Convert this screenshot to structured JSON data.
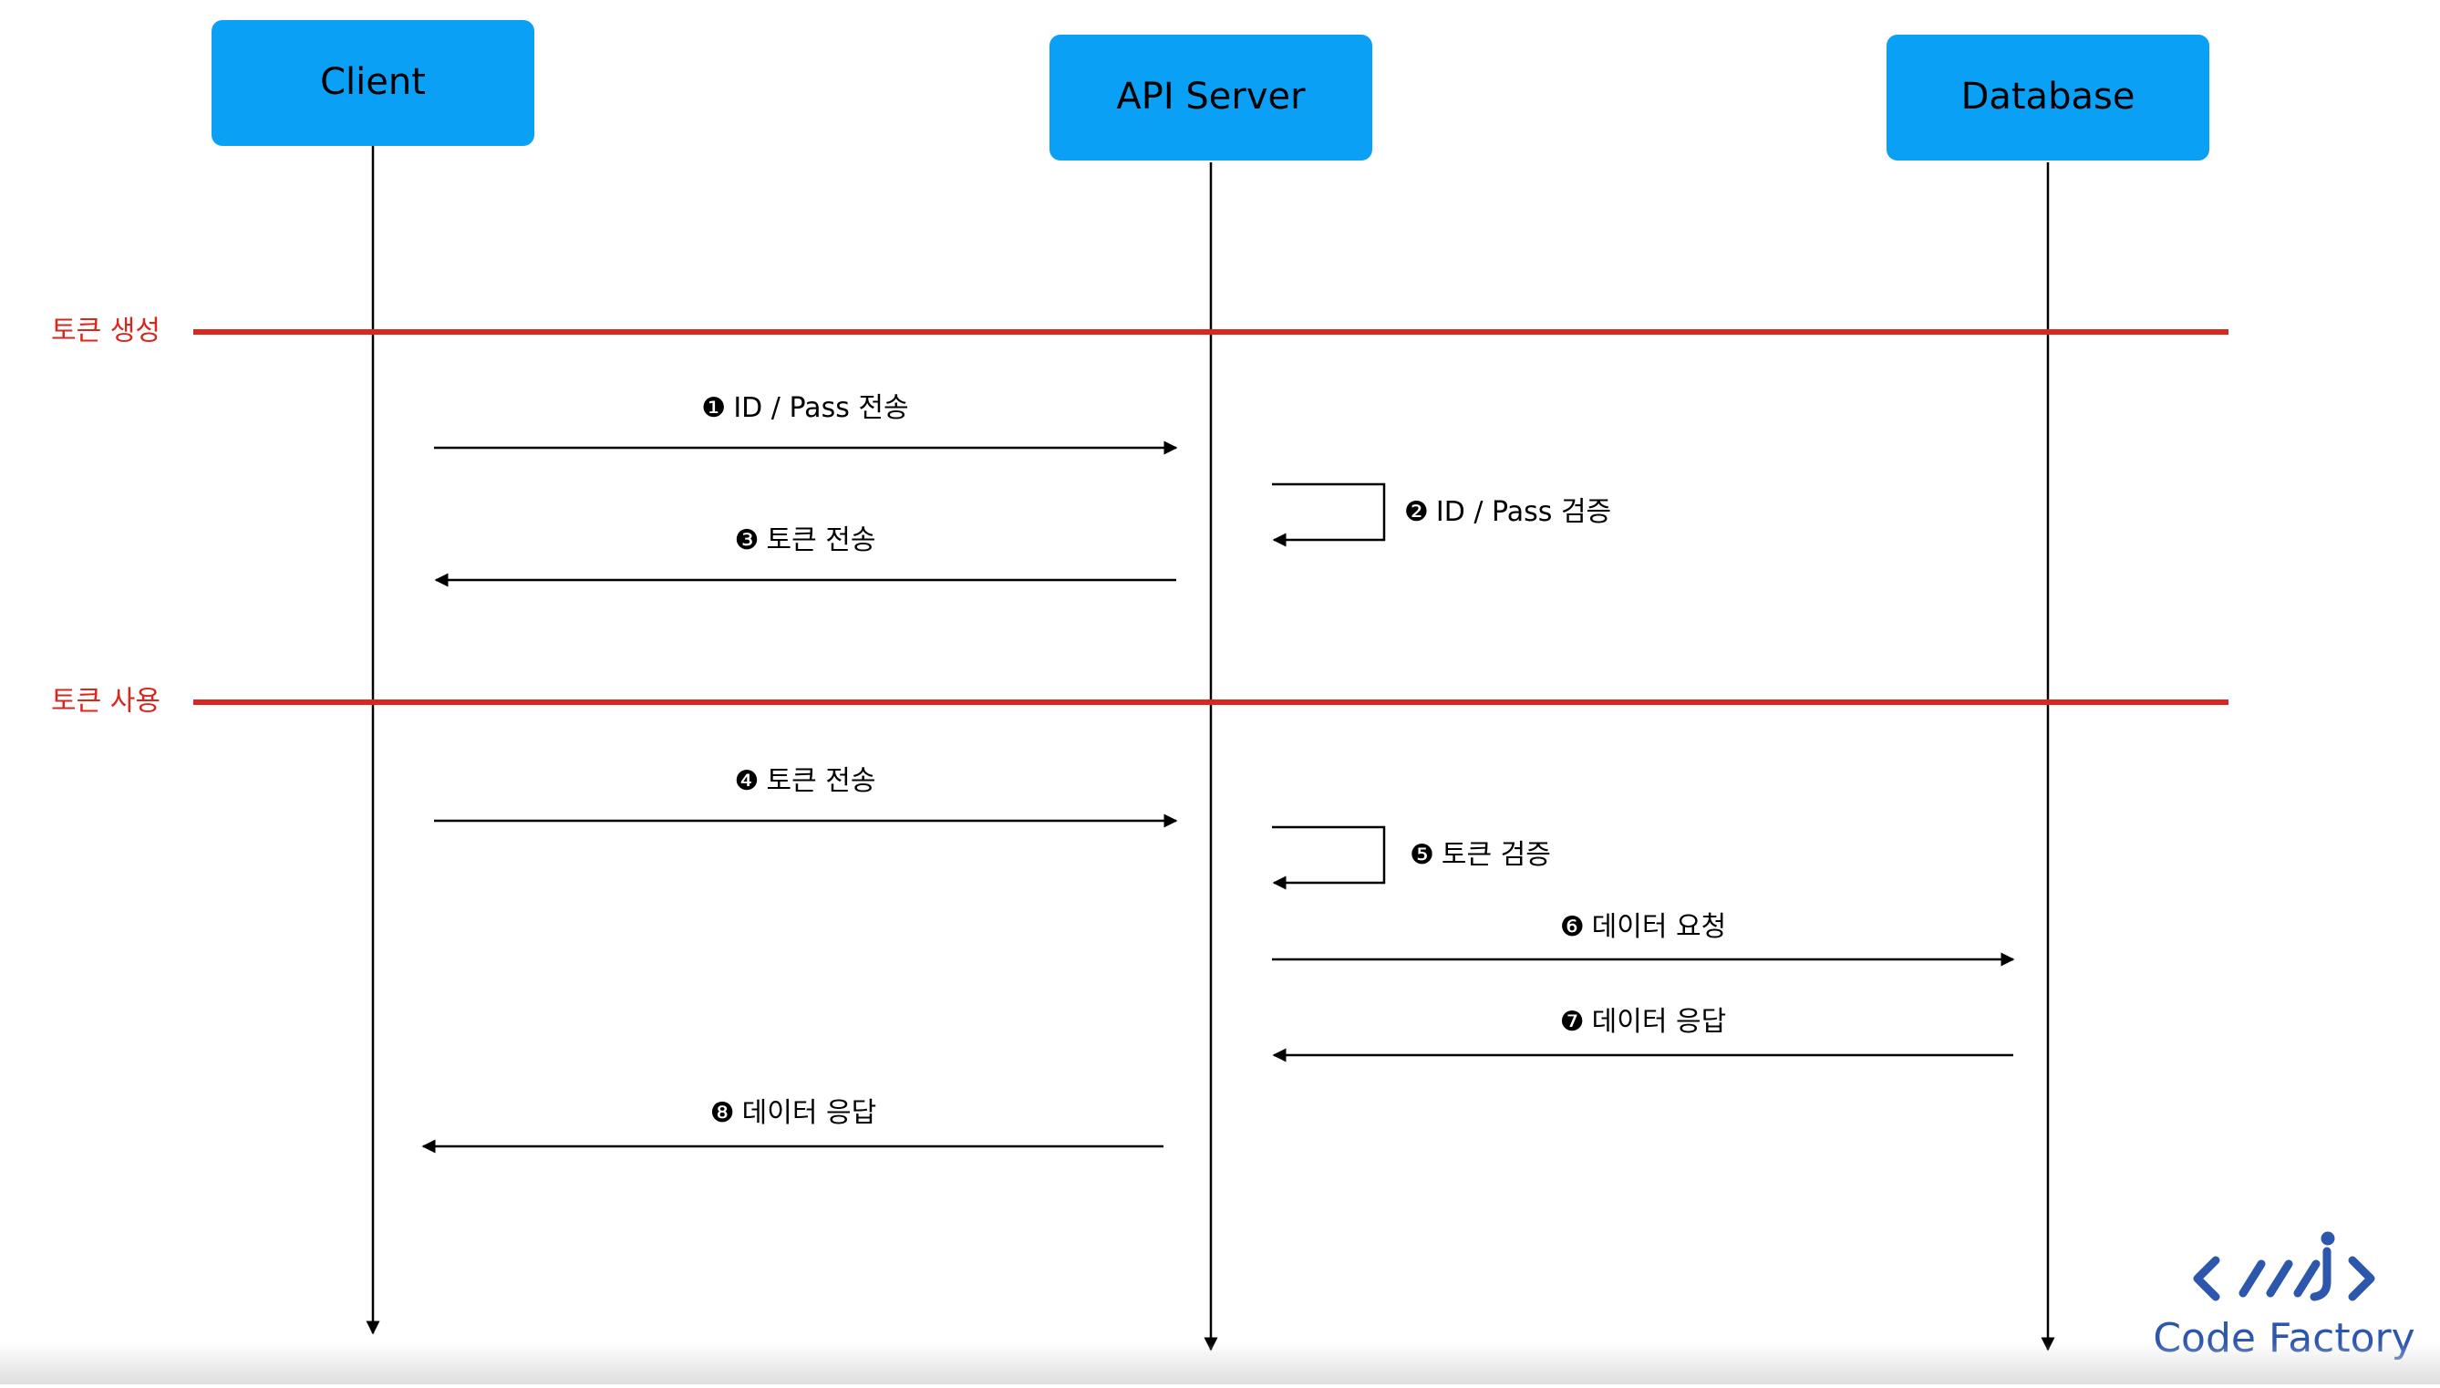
{
  "participants": [
    {
      "id": "client",
      "label": "Client"
    },
    {
      "id": "api",
      "label": "API Server"
    },
    {
      "id": "db",
      "label": "Database"
    }
  ],
  "sections": [
    {
      "id": "token-create",
      "label": "토큰 생성"
    },
    {
      "id": "token-use",
      "label": "토큰 사용"
    }
  ],
  "messages": [
    {
      "step": "❶",
      "text": "ID / Pass 전송",
      "from": "client",
      "to": "api"
    },
    {
      "step": "❷",
      "text": "ID / Pass 검증",
      "from": "api",
      "to": "api"
    },
    {
      "step": "❸",
      "text": "토큰 전송",
      "from": "api",
      "to": "client"
    },
    {
      "step": "❹",
      "text": "토큰 전송",
      "from": "client",
      "to": "api"
    },
    {
      "step": "❺",
      "text": "토큰 검증",
      "from": "api",
      "to": "api"
    },
    {
      "step": "❻",
      "text": "데이터 요청",
      "from": "api",
      "to": "db"
    },
    {
      "step": "❼",
      "text": "데이터 응답",
      "from": "db",
      "to": "api"
    },
    {
      "step": "❽",
      "text": "데이터 응답",
      "from": "api",
      "to": "client"
    }
  ],
  "logo": {
    "text": "Code Factory",
    "icon": "code-brackets-icon"
  },
  "colors": {
    "participant_fill": "#0aa0f5",
    "section_line": "#d8271f",
    "logo": "#2d56ad",
    "line": "#000000"
  }
}
